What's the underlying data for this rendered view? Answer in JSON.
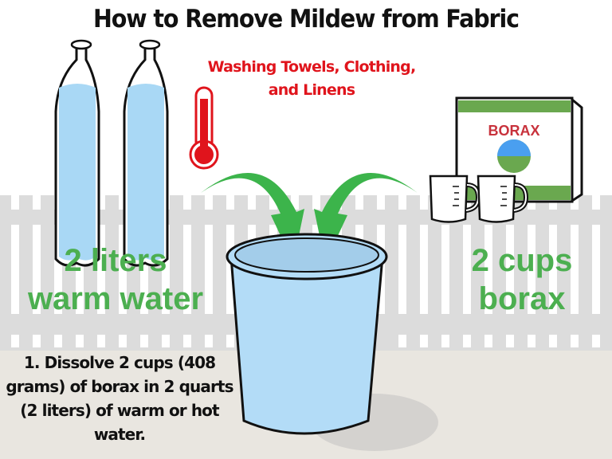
{
  "header": {
    "title": "How to Remove Mildew from Fabric",
    "subtitle_line1": "Washing Towels, Clothing,",
    "subtitle_line2": "and Linens"
  },
  "illustration": {
    "left_label_line1": "2 liters",
    "left_label_line2": "warm water",
    "right_label_line1": "2 cups",
    "right_label_line2": "borax",
    "box_label": "BORAX",
    "icons": [
      "water-bottle-icon",
      "water-bottle-icon",
      "thermometer-icon",
      "arrow-icon",
      "arrow-icon",
      "bucket-icon",
      "borax-box-icon",
      "measuring-cup-icon",
      "measuring-cup-icon"
    ]
  },
  "instruction": {
    "line1": "1. Dissolve 2 cups (408",
    "line2": "grams) of borax in 2 quarts",
    "line3": "(2 liters) of warm or hot",
    "line4": "water."
  },
  "colors": {
    "title": "#111111",
    "subtitle": "#e0141c",
    "label_green": "#4caf50",
    "fence": "#dcdcdc",
    "ground": "#e9e6e0",
    "water": "#b3dcf7",
    "box_green": "#6aa84f",
    "arrow_green": "#3cb44b"
  }
}
